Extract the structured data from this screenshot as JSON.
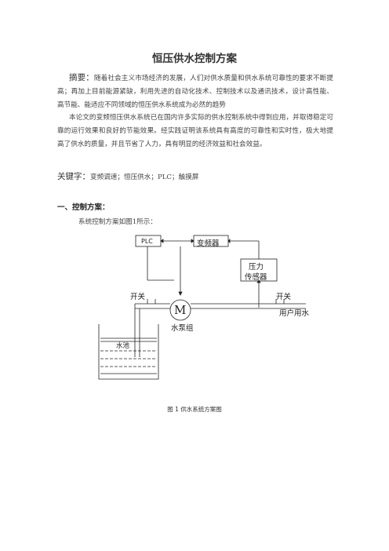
{
  "doc": {
    "title": "恒压供水控制方案",
    "abstract_label": "摘要：",
    "abstract_text": "随着社会主义市场经济的发展，人们对供水质量和供水系统可靠性的要求不断提高；再加上目前能源紧缺，利用先进的自动化技术、控制技术以及通讯技术，设计高性能、高节能、能适应不同领域的恒压供水系统成为必然的趋势",
    "abstract_text2": "本论文的变频恒压供水系统已在国内许多实际的供水控制系统中得到应用，并取得稳定可靠的运行效果和良好的节能效果。经实践证明该系统具有高度的可靠性和实时性，极大地提高了供水的质量，并且节省了人力，具有明显的经济效益和社会效益。",
    "keywords_label": "关键字：",
    "keywords_text": "变频调速；恒压供水；PLC；触摸屏",
    "section1": "一、控制方案：",
    "intro": "系统控制方案如图1所示：",
    "caption": "图 1  供水系统方案图"
  },
  "diagram": {
    "plc": "PLC",
    "inverter": "变频器",
    "pressure_sensor_1": "压力",
    "pressure_sensor_2": "传感器",
    "switch_left": "开关",
    "switch_right": "开关",
    "motor": "M",
    "pump_group": "水泵组",
    "user_water": "用户用水",
    "pool": "水池"
  }
}
